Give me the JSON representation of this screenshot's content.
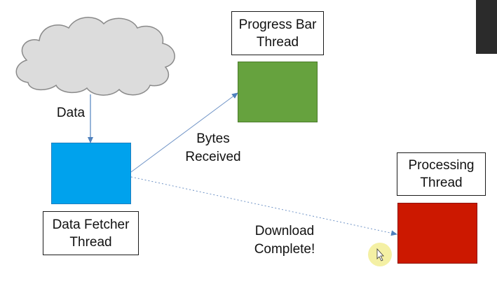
{
  "cloud_label": "Data",
  "data_fetcher": {
    "line1": "Data Fetcher",
    "line2": "Thread",
    "color": "#00a2ed"
  },
  "progress_bar": {
    "line1": "Progress Bar",
    "line2": "Thread",
    "color": "#66a23e"
  },
  "processing": {
    "line1": "Processing",
    "line2": "Thread",
    "color": "#cc1800"
  },
  "arrow_bytes": {
    "line1": "Bytes",
    "line2": "Received"
  },
  "arrow_download": {
    "line1": "Download",
    "line2": "Complete!"
  },
  "colors": {
    "cloud_fill": "#dcdcdc",
    "arrow": "#4f81bd",
    "cursor_highlight": "#f3ee9a"
  },
  "icons": {
    "cloud": "cloud-icon",
    "cursor": "mouse-pointer-icon"
  }
}
